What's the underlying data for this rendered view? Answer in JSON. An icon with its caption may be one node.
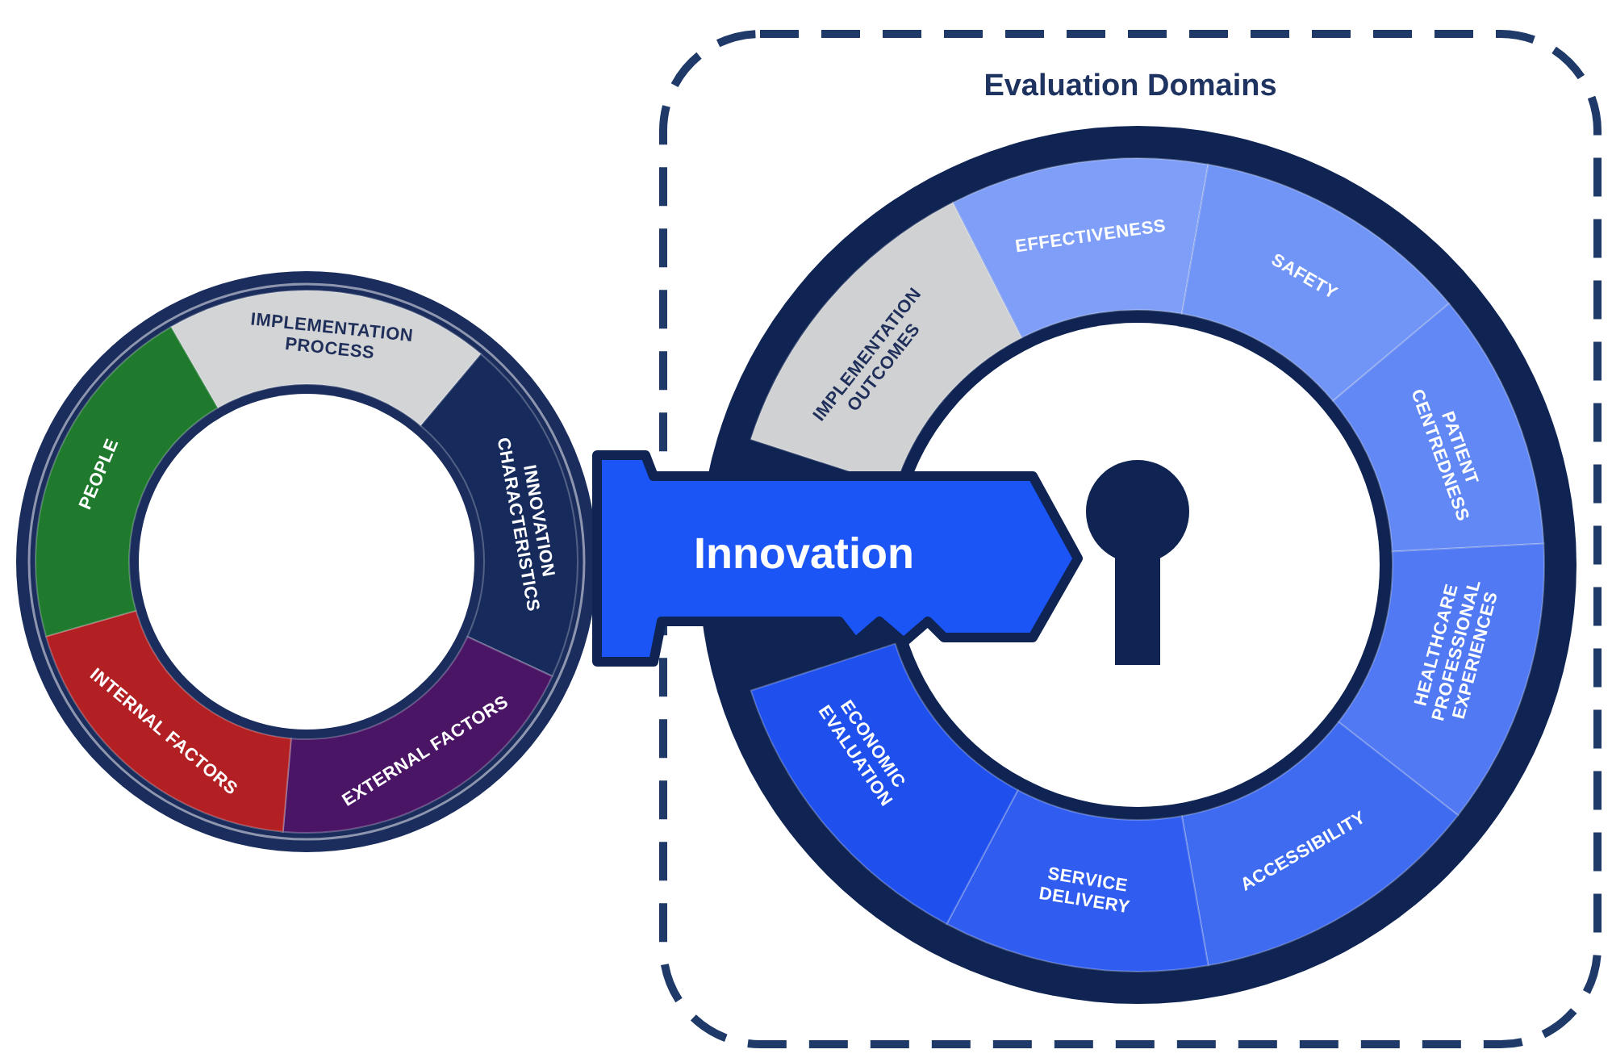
{
  "diagram": {
    "nodes": [
      {
        "text": [
          "Evaluation Domains"
        ]
      },
      {
        "text": [
          "IMPLEMENTATION PROCESS"
        ]
      },
      {
        "text": [
          "INNOVATION CHARACTERISTICS"
        ]
      },
      {
        "text": [
          "EXTERNAL FACTORS"
        ]
      },
      {
        "text": [
          "INTERNAL FACTORS"
        ]
      },
      {
        "text": [
          "PEOPLE"
        ]
      },
      {
        "text": [
          "Innovation"
        ]
      },
      {
        "text": [
          "IMPLEMENTATION OUTCOMES"
        ],
        "in": 0
      },
      {
        "text": [
          "EFFECTIVENESS"
        ],
        "in": 0
      },
      {
        "text": [
          "SAFETY"
        ],
        "in": 0
      },
      {
        "text": [
          "PATIENT CENTREDNESS"
        ],
        "in": 0
      },
      {
        "text": [
          "HEALTHCARE PROFESSIONAL EXPERIENCES"
        ],
        "in": 0
      },
      {
        "text": [
          "ACCESSIBILITY"
        ],
        "in": 0
      },
      {
        "text": [
          "SERVICE DELIVERY"
        ],
        "in": 0
      },
      {
        "text": [
          "ECONOMIC EVALUATION"
        ],
        "in": 0
      }
    ]
  }
}
